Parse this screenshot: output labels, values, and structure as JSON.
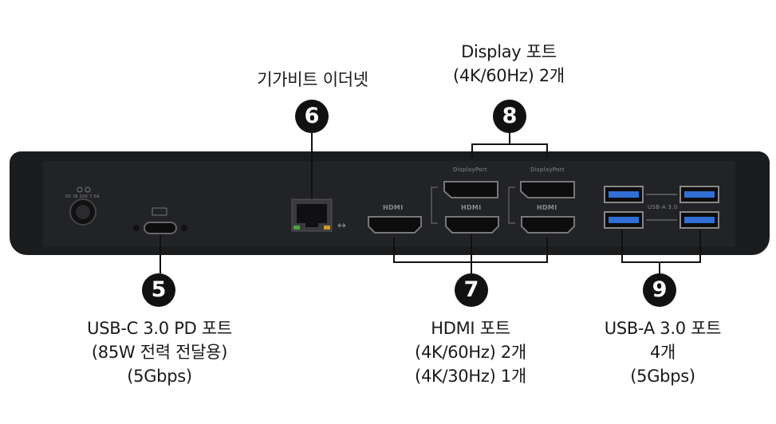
{
  "labels": {
    "ethernet": {
      "line1": "기가비트 이더넷"
    },
    "display": {
      "line1": "Display 포트",
      "line2": "(4K/60Hz) 2개"
    },
    "usbc": {
      "line1": "USB-C 3.0 PD 포트",
      "line2": "(85W 전력 전달용)",
      "line3": "(5Gbps)"
    },
    "hdmi": {
      "line1": "HDMI 포트",
      "line2": "(4K/60Hz) 2개",
      "line3": "(4K/30Hz) 1개"
    },
    "usba": {
      "line1": "USB-A 3.0 포트",
      "line2": "4개",
      "line3": "(5Gbps)"
    }
  },
  "badges": {
    "usbc": "5",
    "ethernet": "6",
    "hdmi": "7",
    "display": "8",
    "usba": "9"
  },
  "port_labels": {
    "dc": "DC IN 20V 7.5A",
    "displayport_1": "DisplayPort",
    "displayport_2": "DisplayPort",
    "hdmi_1": "HDMI",
    "hdmi_2": "HDMI",
    "hdmi_3": "HDMI",
    "usba": "USB-A 3.0"
  },
  "colors": {
    "badge": "#111111",
    "dock": "#1b1c1e",
    "usb_blue": "#2f6fd6"
  },
  "icons": {
    "ethernet_arrow": "↔"
  }
}
